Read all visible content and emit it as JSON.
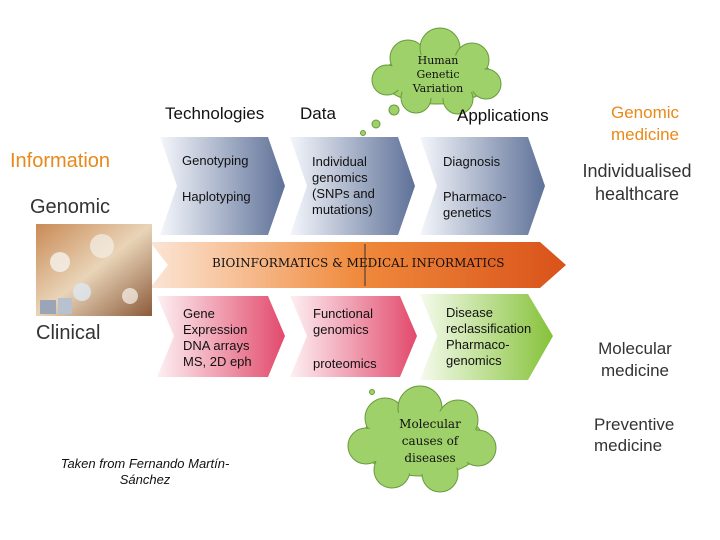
{
  "headers": {
    "technologies": "Technologies",
    "data": "Data",
    "applications": "Applications"
  },
  "left_labels": {
    "information": "Information",
    "genomic": "Genomic",
    "clinical": "Clinical"
  },
  "top_row": {
    "col1": [
      "Genotyping",
      "Haplotyping"
    ],
    "col2": "Individual genomics (SNPs and mutations)",
    "col3": [
      "Diagnosis",
      "Pharmaco-genetics"
    ]
  },
  "banner": "BIOINFORMATICS & MEDICAL INFORMATICS",
  "bottom_row": {
    "col1": "Gene Expression DNA arrays MS, 2D eph",
    "col2": [
      "Functional genomics",
      "proteomics"
    ],
    "col3": "Disease reclassification Pharmaco-genomics"
  },
  "clouds": {
    "top": "Human Genetic Variation",
    "bottom": "Molecular causes of diseases"
  },
  "right_labels": {
    "genomic_medicine": "Genomic medicine",
    "individualised": "Individualised healthcare",
    "molecular": "Molecular medicine",
    "preventive": "Preventive medicine"
  },
  "credit": "Taken from Fernando Martín-Sánchez",
  "colors": {
    "information": "#e8891a",
    "genomic_medicine": "#e8891a",
    "chevron_top_dark": "#5b6f99",
    "chevron_bottom_pink": "#e85a78",
    "chevron_bottom_green": "#8cc63f",
    "banner_orange": "#e8621a",
    "cloud_green": "#9fd16a"
  }
}
